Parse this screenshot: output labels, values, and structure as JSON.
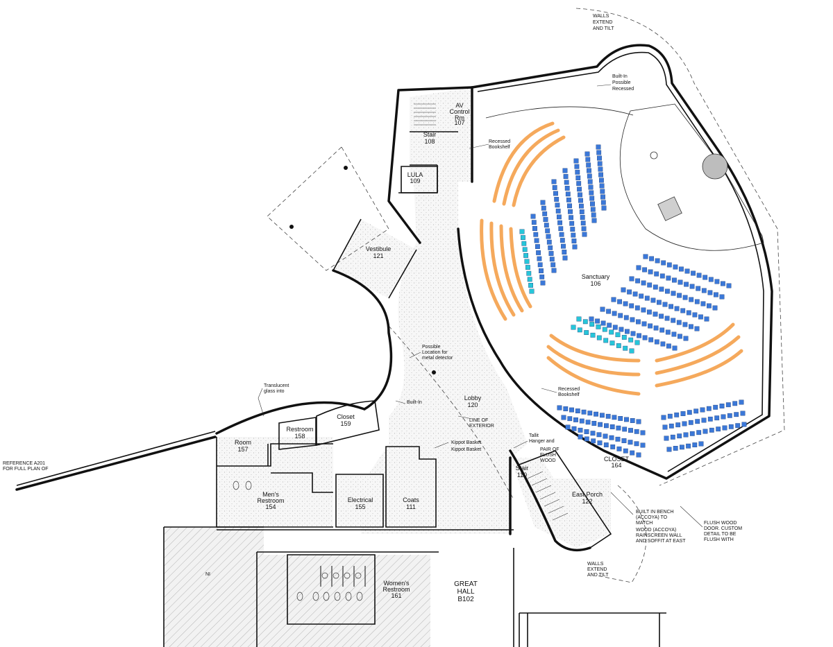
{
  "colors": {
    "bench_orange": "#f5a95c",
    "seat_blue": "#3b78d8",
    "seat_cyan": "#27c6d9",
    "wall": "#111111",
    "floor_speckle": "#d9d9d9"
  },
  "rooms": {
    "av_control": {
      "name": "AV Control Rm",
      "number": "107"
    },
    "stair_108": {
      "name": "Stair",
      "number": "108"
    },
    "lula": {
      "name": "LULA",
      "number": "109"
    },
    "vestibule": {
      "name": "Vestibule",
      "number": "121"
    },
    "sanctuary": {
      "name": "Sanctuary",
      "number": "106"
    },
    "lobby": {
      "name": "Lobby",
      "number": "120"
    },
    "closet_159": {
      "name": "Closet",
      "number": "159"
    },
    "restroom_158": {
      "name": "Restroom",
      "number": "158"
    },
    "room_157": {
      "name": "Room",
      "number": "157"
    },
    "mens_restroom": {
      "name": "Men's Restroom",
      "number": "154"
    },
    "electrical": {
      "name": "Electrical",
      "number": "155"
    },
    "coats": {
      "name": "Coats",
      "number": "111"
    },
    "stair_110": {
      "name": "Stair",
      "number": "110"
    },
    "east_porch": {
      "name": "East Porch",
      "number": "122"
    },
    "closet_164": {
      "name": "CLOSET",
      "number": "164"
    },
    "womens_restroom": {
      "name": "Women's Restroom",
      "number": "161"
    },
    "great_hall": {
      "name": "GREAT HALL",
      "number": "B102"
    },
    "ni": {
      "name": "NI"
    }
  },
  "notes": {
    "walls_extend_top": "WALLS EXTEND AND TILT",
    "walls_extend_bottom": "WALLS EXTEND AND TILT",
    "built_in_recessed": "Built-In Possible Recessed",
    "recessed_bookshelf_top": "Recessed Bookshelf",
    "recessed_bookshelf_bottom": "Recessed Bookshelf",
    "metal_detector": "Possible Location for metal detector",
    "translucent_glass": "Translucent glass into",
    "built_in": "Built-In",
    "line_of_exterior": "LINE OF EXTERIOR",
    "kippot_basket_1": "Kippot Basket",
    "kippot_basket_2": "Kippot Basket",
    "tallit_hanger": "Tallit Hanger and",
    "pair_flush_wood": "PAIR OF FLUSH WOOD",
    "built_in_bench": "BUILT IN BENCH (ACCOYA) TO MATCH",
    "wood_rainscreen": "WOOD (ACCOYA) RAINSCREEN WALL AND SOFFIT AT EAST",
    "flush_wood_door": "FLUSH WOOD DOOR. CUSTOM DETAIL TO BE FLUSH WITH",
    "reference": "REFERENCE A201 FOR FULL PLAN OF"
  }
}
